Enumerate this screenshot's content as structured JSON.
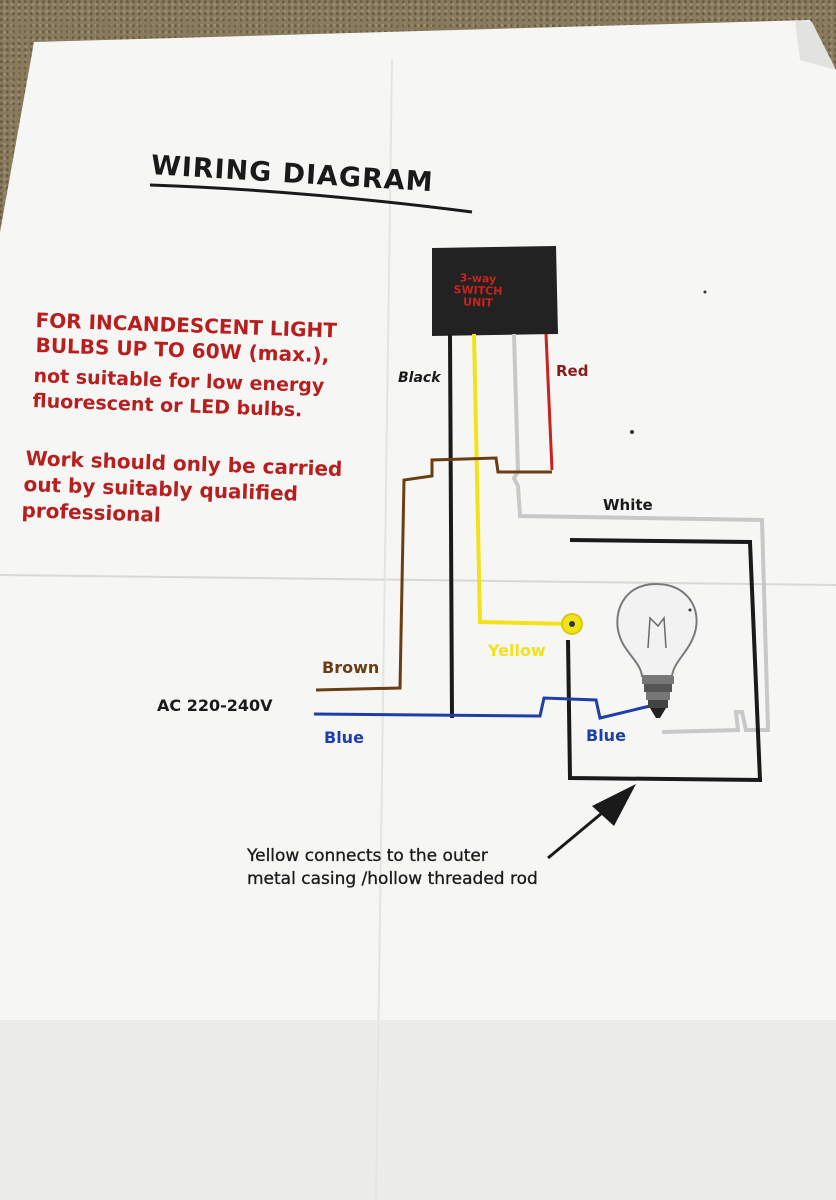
{
  "title": "WIRING DIAGRAM",
  "warning": {
    "line1": "FOR INCANDESCENT  LIGHT",
    "line2": "BULBS UP TO 60W (max.),",
    "line3": "not suitable for low energy",
    "line4": "fluorescent or LED bulbs.",
    "line5": "Work should only be carried",
    "line6": "out by suitably qualified",
    "line7": "professional"
  },
  "switch_unit": {
    "line1": "3-way",
    "line2": "SWITCH",
    "line3": "UNIT"
  },
  "wire_labels": {
    "black": "Black",
    "red": "Red",
    "white": "White",
    "yellow": "Yellow",
    "brown": "Brown",
    "blue_left": "Blue",
    "blue_right": "Blue"
  },
  "supply_label": "AC 220-240V",
  "note": {
    "line1": "Yellow connects to the outer",
    "line2": "metal casing /hollow threaded rod"
  },
  "colors": {
    "warning_red": "#b81e1e",
    "wire_black": "#1a1a1a",
    "wire_yellow": "#f2e21a",
    "wire_red": "#c8231f",
    "wire_white": "#c8c8c8",
    "wire_brown": "#6a3e12",
    "wire_blue": "#1f3fa8"
  }
}
